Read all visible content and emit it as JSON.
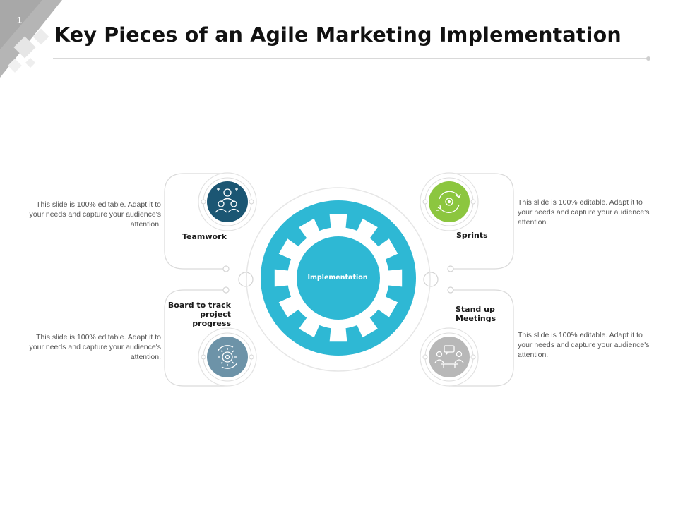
{
  "slide": {
    "number": "1",
    "title": "Key Pieces of an Agile Marketing Implementation"
  },
  "center": {
    "label": "Implementation",
    "color": "#2eb8d4"
  },
  "items": [
    {
      "label": "Teamwork",
      "description": "This slide is 100% editable. Adapt it to your needs and capture your audience's attention.",
      "icon": "team-icon",
      "color": "#1b5673"
    },
    {
      "label": "Sprints",
      "description": "This slide is 100% editable. Adapt it to your needs and capture your audience's attention.",
      "icon": "sprint-cycle-icon",
      "color": "#8cc63f"
    },
    {
      "label": "Board to track project progress",
      "description": "This slide is 100% editable. Adapt it to your needs and capture your audience's attention.",
      "icon": "gear-cycle-icon",
      "color": "#6d93a8"
    },
    {
      "label": "Stand up Meetings",
      "description": "This slide is 100% editable. Adapt it to your needs and capture your audience's attention.",
      "icon": "meeting-icon",
      "color": "#b8b8b8"
    }
  ]
}
